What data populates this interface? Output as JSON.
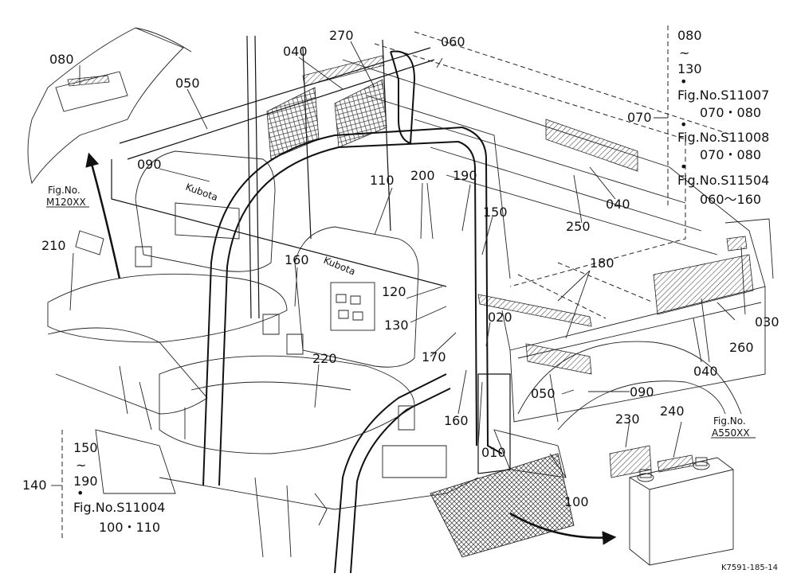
{
  "callouts": {
    "c010": "010",
    "c020": "020",
    "c030": "030",
    "c040a": "040",
    "c040b": "040",
    "c040c": "040",
    "c050a": "050",
    "c050b": "050",
    "c060": "060",
    "c070": "070",
    "c080": "080",
    "c090a": "090",
    "c090b": "090",
    "c100": "100",
    "c110": "110",
    "c120": "120",
    "c130": "130",
    "c140": "140",
    "c150": "150",
    "c160a": "160",
    "c160b": "160",
    "c170": "170",
    "c180": "180",
    "c190": "190",
    "c200": "200",
    "c210": "210",
    "c220": "220",
    "c230": "230",
    "c240": "240",
    "c250": "250",
    "c260": "260",
    "c270": "270"
  },
  "ref_top_right": {
    "range_start": "080",
    "tilde": "~",
    "range_end": "130",
    "bullet": "•",
    "fig1": "Fig.No.S11007",
    "fig1_items": "070・080",
    "fig2": "Fig.No.S11008",
    "fig2_items": "070・080",
    "fig3": "Fig.No.S11504",
    "fig3_items": "060～160"
  },
  "ref_bottom_left": {
    "range_start": "150",
    "tilde": "~",
    "range_end": "190",
    "bullet": "•",
    "fig": "Fig.No.S11004",
    "items": "100・110"
  },
  "fig_ref_left": {
    "line1": "Fig.No.",
    "line2": "M120XX"
  },
  "fig_ref_battery": {
    "line1": "Fig.No.",
    "line2": "A550XX"
  },
  "seat_logo": "Kubota",
  "drawing_code": "K7591-185-14"
}
